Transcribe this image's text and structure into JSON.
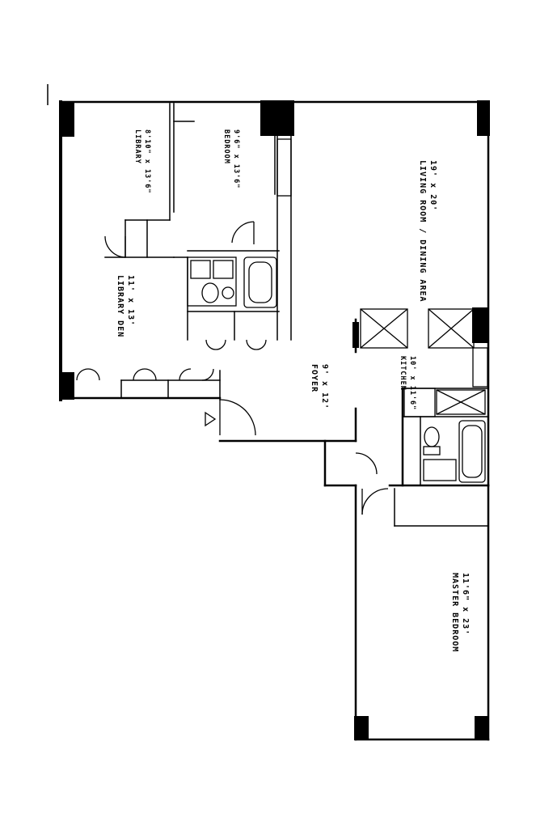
{
  "rooms": {
    "living": {
      "name": "LIVING ROOM / DINING AREA",
      "size": "19' x 20'"
    },
    "bedroom": {
      "name": "BEDROOM",
      "size": "9'6\" x 13'6\""
    },
    "library": {
      "name": "LIBRARY",
      "size": "8'10\" x 13'6\""
    },
    "den": {
      "name": "LIBRARY DEN",
      "size": "11' x 13'"
    },
    "foyer": {
      "name": "FOYER",
      "size": "9' x 12'"
    },
    "kitchen": {
      "name": "KITCHEN",
      "size": "10' x 11'6\""
    },
    "master": {
      "name": "MASTER BEDROOM",
      "size": "11'6\" x 23'"
    }
  }
}
